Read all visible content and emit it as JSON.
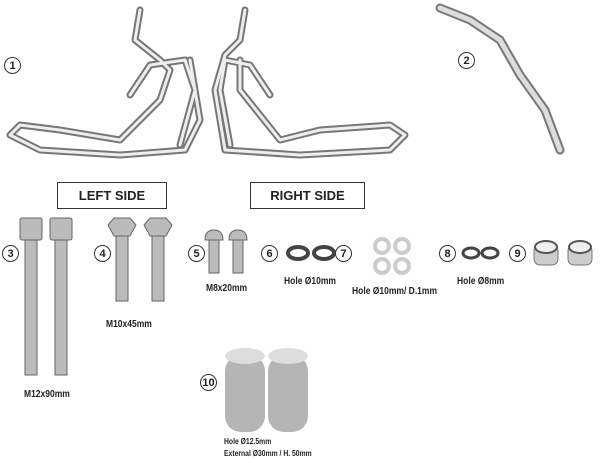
{
  "callouts": [
    "1",
    "2",
    "3",
    "4",
    "5",
    "6",
    "7",
    "8",
    "9",
    "10"
  ],
  "sides": {
    "left": "LEFT SIDE",
    "right": "RIGHT SIDE"
  },
  "labels": {
    "bolt_m12": "M12x90mm",
    "bolt_m10": "M10x45mm",
    "bolt_m8": "M8x20mm",
    "washer_10": "Hole Ø10mm",
    "washer_10_thin": "Hole Ø10mm/ D.1mm",
    "washer_8": "Hole Ø8mm",
    "spacer_hole": "Hole Ø12.5mm",
    "spacer_ext": "External Ø30mm / H. 50mm"
  }
}
